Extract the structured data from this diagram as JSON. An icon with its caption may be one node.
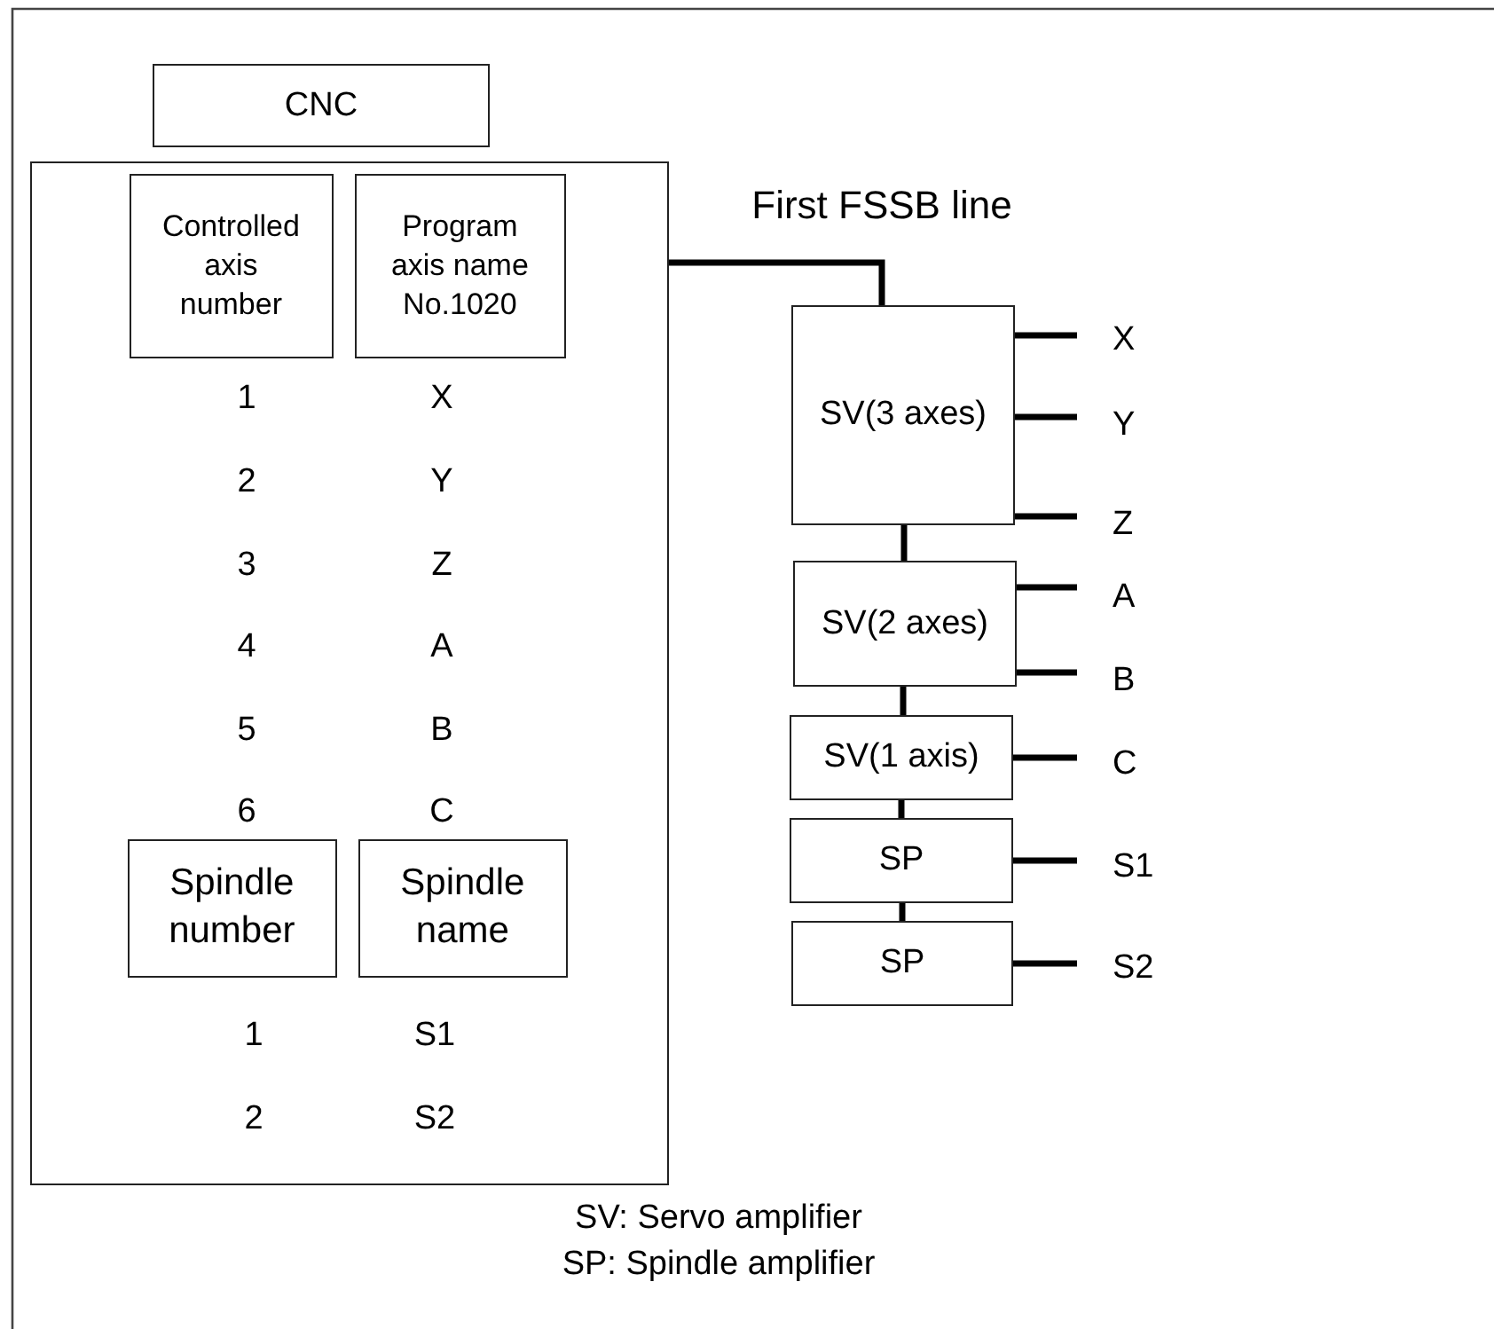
{
  "diagram": {
    "nodes": [
      {
        "text": [
          "CNC"
        ]
      },
      {
        "text": [],
        "shape": "box"
      },
      {
        "text": [
          "Controlled axis number"
        ],
        "in": 1
      },
      {
        "text": [
          "Program axis name No.1020"
        ],
        "in": 1
      },
      {
        "text": [
          "Spindle number"
        ],
        "in": 1
      },
      {
        "text": [
          "Spindle name"
        ],
        "in": 1
      },
      {
        "text": [
          "SV(3 axes)"
        ]
      },
      {
        "text": [
          "SV(2 axes)"
        ]
      },
      {
        "text": [
          "SV(1 axis)"
        ]
      },
      {
        "text": [
          "SP"
        ]
      },
      {
        "text": [
          "SP"
        ]
      },
      {
        "text": [
          "X"
        ]
      },
      {
        "text": [
          "Y"
        ]
      },
      {
        "text": [
          "Z"
        ]
      },
      {
        "text": [
          "A"
        ]
      },
      {
        "text": [
          "B"
        ]
      },
      {
        "text": [
          "C"
        ]
      },
      {
        "text": [
          "S1"
        ]
      },
      {
        "text": [
          "S2"
        ]
      }
    ],
    "edges": [
      {
        "from": 1,
        "to": 6,
        "arrow": "none"
      },
      {
        "from": 6,
        "to": 7,
        "arrow": "none"
      },
      {
        "from": 7,
        "to": 8,
        "arrow": "none"
      },
      {
        "from": 8,
        "to": 9,
        "arrow": "none"
      },
      {
        "from": 9,
        "to": 10,
        "arrow": "none"
      },
      {
        "from": 6,
        "to": 11,
        "arrow": "none"
      },
      {
        "from": 6,
        "to": 12,
        "arrow": "none"
      },
      {
        "from": 6,
        "to": 13,
        "arrow": "none"
      },
      {
        "from": 7,
        "to": 14,
        "arrow": "none"
      },
      {
        "from": 7,
        "to": 15,
        "arrow": "none"
      },
      {
        "from": 8,
        "to": 16,
        "arrow": "none"
      },
      {
        "from": 9,
        "to": 17,
        "arrow": "none"
      },
      {
        "from": 10,
        "to": 18,
        "arrow": "none"
      }
    ],
    "labels": [
      "First FSSB line",
      "1",
      "X",
      "2",
      "Y",
      "3",
      "Z",
      "4",
      "A",
      "5",
      "B",
      "6",
      "C",
      "1",
      "S1",
      "2",
      "S2",
      "SV: Servo amplifier",
      "SP: Spindle amplifier"
    ]
  }
}
